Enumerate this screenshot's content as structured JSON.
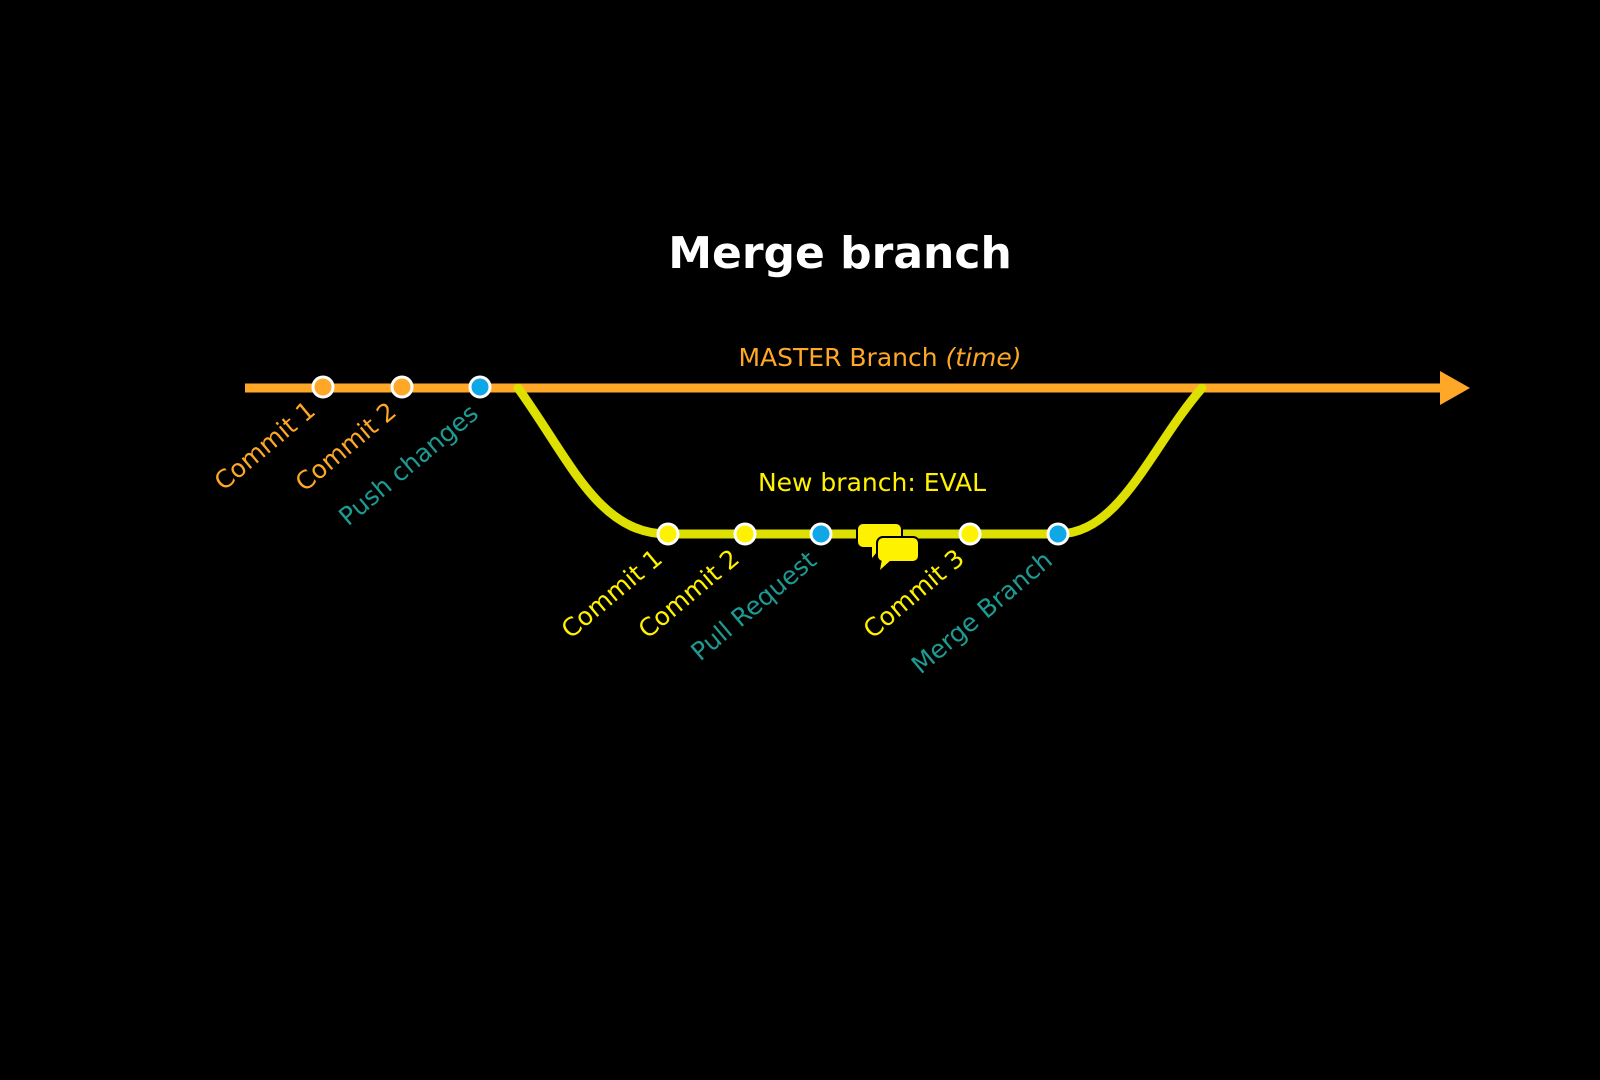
{
  "title": "Merge branch",
  "colors": {
    "background": "#000000",
    "master": "#ffa726",
    "feature": "#dde000",
    "action": "#1e9a93",
    "action_dot": "#10a7e6",
    "feature_text": "#fff200",
    "dot_stroke": "#ffffff"
  },
  "master": {
    "label_main": "MASTER Branch ",
    "label_italic": "(time)",
    "commits": [
      {
        "label": "Commit 1",
        "kind": "commit"
      },
      {
        "label": "Commit 2",
        "kind": "commit"
      },
      {
        "label": "Push changes",
        "kind": "action"
      }
    ]
  },
  "feature": {
    "label": "New branch: EVAL",
    "commits": [
      {
        "label": "Commit 1",
        "kind": "commit"
      },
      {
        "label": "Commit 2",
        "kind": "commit"
      },
      {
        "label": "Pull Request",
        "kind": "action"
      },
      {
        "label": "Commit 3",
        "kind": "commit"
      },
      {
        "label": "Merge Branch",
        "kind": "action"
      }
    ],
    "review_icon": "chat-bubbles-icon"
  }
}
